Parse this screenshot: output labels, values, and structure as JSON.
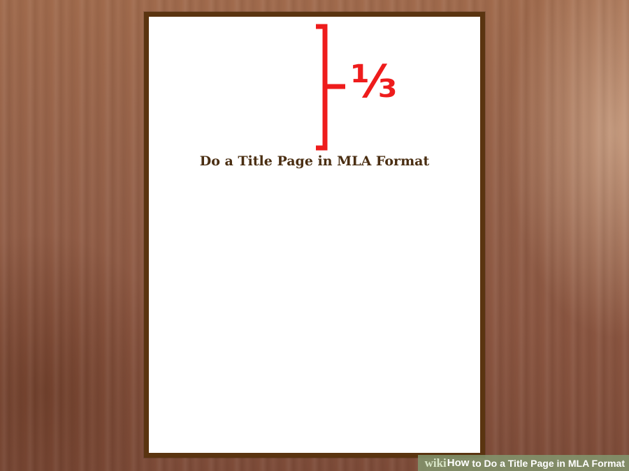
{
  "illustration": {
    "title": "Do a Title Page in MLA Format",
    "fraction_label": "⅓",
    "bracket_color": "#ee1c1c",
    "paper_border_color": "#5a3410",
    "icons": [
      "bracket-icon"
    ]
  },
  "watermark": {
    "wiki": "wiki",
    "how": "How",
    "rest": "to Do a Title Page in MLA Format"
  }
}
